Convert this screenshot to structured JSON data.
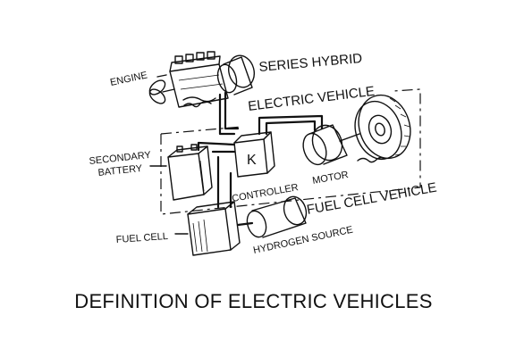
{
  "labels": {
    "engine": "ENGINE",
    "series_hybrid": "SERIES HYBRID",
    "electric_vehicle": "ELECTRIC VEHICLE",
    "secondary_battery_line1": "SECONDARY",
    "secondary_battery_line2": "BATTERY",
    "controller": "CONTROLLER",
    "motor": "MOTOR",
    "fuel_cell_vehicle": "FUEL CELL VEHICLE",
    "fuel_cell": "FUEL CELL",
    "hydrogen_source": "HYDROGEN SOURCE",
    "controller_symbol": "K"
  },
  "caption": "DEFINITION OF ELECTRIC VEHICLES"
}
